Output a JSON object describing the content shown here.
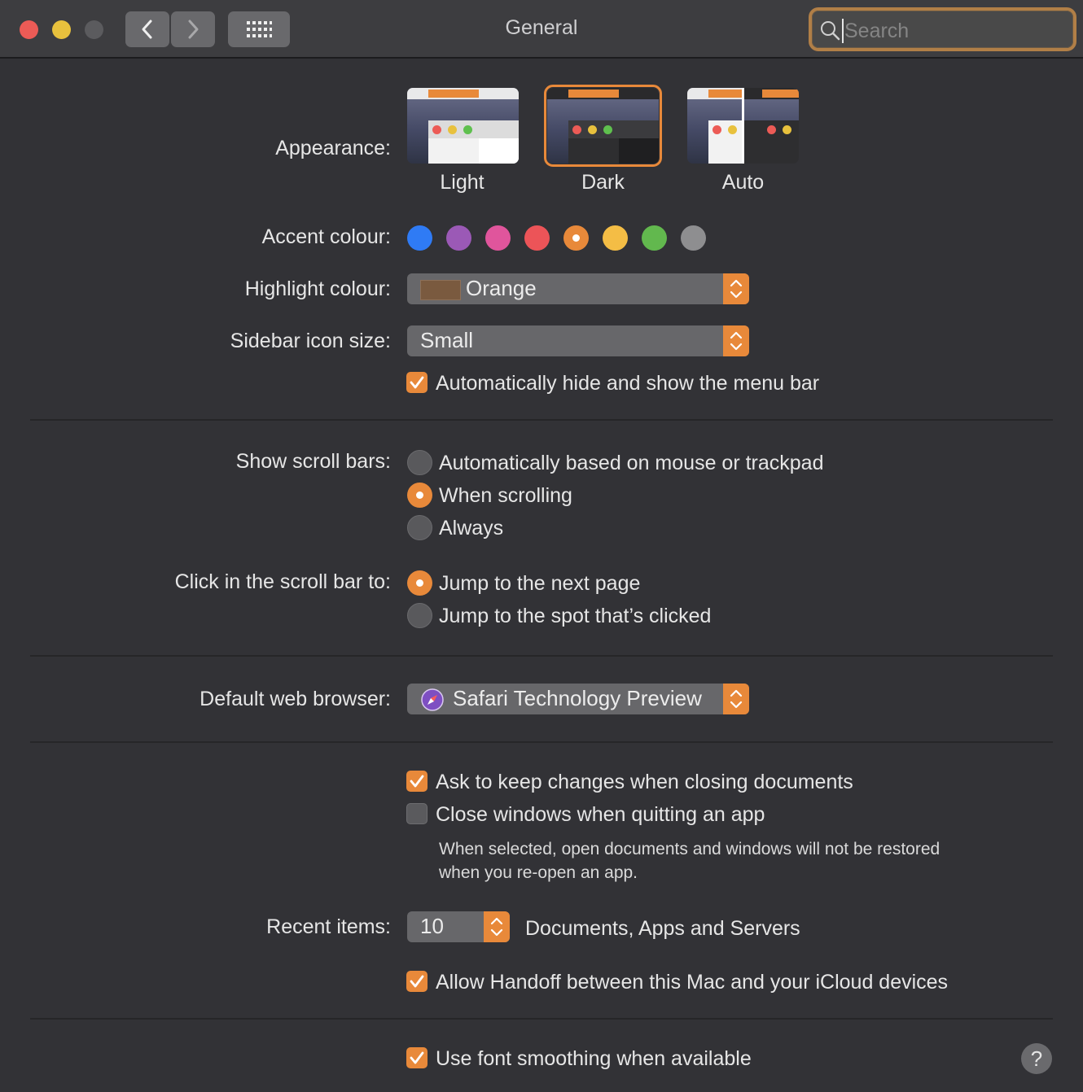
{
  "window": {
    "title": "General",
    "search_placeholder": "Search"
  },
  "appearance": {
    "label": "Appearance:",
    "options": [
      "Light",
      "Dark",
      "Auto"
    ],
    "selected": "Dark"
  },
  "accent": {
    "label": "Accent colour:",
    "colors": [
      "#2f7bf5",
      "#9b59b6",
      "#e0559c",
      "#ec5458",
      "#e8893a",
      "#f4bd45",
      "#62b84e",
      "#8e8e90"
    ],
    "selected_index": 4
  },
  "highlight": {
    "label": "Highlight colour:",
    "value": "Orange",
    "swatch_color": "#7a5a3f"
  },
  "sidebar_icon": {
    "label": "Sidebar icon size:",
    "value": "Small"
  },
  "menubar": {
    "label": "Automatically hide and show the menu bar",
    "checked": true
  },
  "scrollbars": {
    "label": "Show scroll bars:",
    "options": [
      "Automatically based on mouse or trackpad",
      "When scrolling",
      "Always"
    ],
    "selected_index": 1
  },
  "click_scroll": {
    "label": "Click in the scroll bar to:",
    "options": [
      "Jump to the next page",
      "Jump to the spot that’s clicked"
    ],
    "selected_index": 0
  },
  "browser": {
    "label": "Default web browser:",
    "value": "Safari Technology Preview"
  },
  "documents": {
    "ask_keep": "Ask to keep changes when closing documents",
    "ask_keep_checked": true,
    "close_windows": "Close windows when quitting an app",
    "close_windows_checked": false,
    "note_line1": "When selected, open documents and windows will not be restored",
    "note_line2": "when you re-open an app."
  },
  "recent": {
    "label": "Recent items:",
    "value": "10",
    "suffix": "Documents, Apps and Servers"
  },
  "handoff": {
    "label": "Allow Handoff between this Mac and your iCloud devices",
    "checked": true
  },
  "smoothing": {
    "label": "Use font smoothing when available",
    "checked": true
  },
  "help": {
    "label": "?"
  },
  "colors": {
    "accent": "#e8893a",
    "bg": "#323236"
  }
}
